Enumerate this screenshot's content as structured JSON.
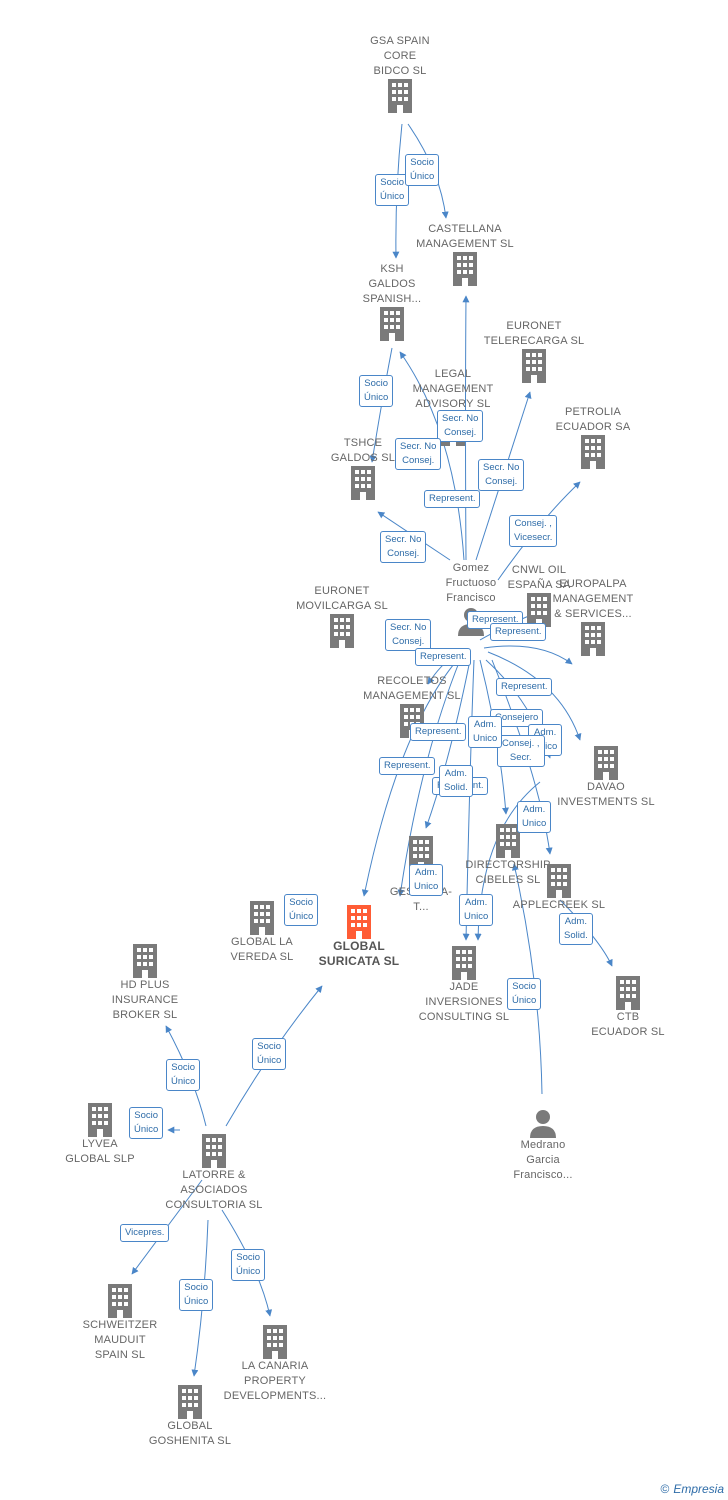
{
  "colors": {
    "edge": "#4a86c8",
    "company": "#7a7a7a",
    "main": "#ff5c35",
    "person": "#7a7a7a"
  },
  "nodes": [
    {
      "id": "gsa",
      "type": "company",
      "label": "GSA SPAIN\nCORE\nBIDCO  SL"
    },
    {
      "id": "castellana",
      "type": "company",
      "label": "CASTELLANA\nMANAGEMENT SL"
    },
    {
      "id": "ksh",
      "type": "company",
      "label": "KSH\nGALDOS\nSPANISH..."
    },
    {
      "id": "euronet_tele",
      "type": "company",
      "label": "EURONET\nTELERECARGA SL"
    },
    {
      "id": "legal",
      "type": "company",
      "label": "LEGAL\nMANAGEMENT\nADVISORY  SL"
    },
    {
      "id": "petrolia",
      "type": "company",
      "label": "PETROLIA\nECUADOR SA"
    },
    {
      "id": "tshce",
      "type": "company",
      "label": "TSHCE\nGALDOS  SL"
    },
    {
      "id": "gomez",
      "type": "person",
      "label": "Gomez\nFructuoso\nFrancisco"
    },
    {
      "id": "cnwl",
      "type": "company",
      "label": "CNWL OIL\nESPAÑA SA"
    },
    {
      "id": "europalpa",
      "type": "company",
      "label": "EUROPALPA\nMANAGEMENT\n& SERVICES..."
    },
    {
      "id": "euronet_movil",
      "type": "company",
      "label": "EURONET\nMOVILCARGA SL"
    },
    {
      "id": "recoletos",
      "type": "company",
      "label": "RECOLETOS\nMANAGEMENT SL"
    },
    {
      "id": "davao",
      "type": "company",
      "label": "DAVAO\nINVESTMENTS SL"
    },
    {
      "id": "directorship",
      "type": "company",
      "label": "DIRECTORSHIP\nCIBELES SL"
    },
    {
      "id": "gestiona",
      "type": "company",
      "label": "G\nGESTIONA-\nT..."
    },
    {
      "id": "applecreek",
      "type": "company",
      "label": "APPLECREEK SL"
    },
    {
      "id": "global_vereda",
      "type": "company",
      "label": "GLOBAL LA\nVEREDA  SL"
    },
    {
      "id": "global_suricata",
      "type": "main",
      "label": "GLOBAL\nSURICATA  SL"
    },
    {
      "id": "jade",
      "type": "company",
      "label": "JADE\nINVERSIONES\nCONSULTING SL"
    },
    {
      "id": "ctb",
      "type": "company",
      "label": "CTB\nECUADOR  SL"
    },
    {
      "id": "hdplus",
      "type": "company",
      "label": "HD PLUS\nINSURANCE\nBROKER  SL"
    },
    {
      "id": "lyvea",
      "type": "company",
      "label": "LYVEA\nGLOBAL  SLP"
    },
    {
      "id": "latorre",
      "type": "company",
      "label": "LATORRE &\nASOCIADOS\nCONSULTORIA SL"
    },
    {
      "id": "medrano",
      "type": "person",
      "label": "Medrano\nGarcia\nFrancisco..."
    },
    {
      "id": "schweitzer",
      "type": "company",
      "label": "SCHWEITZER\nMAUDUIT\nSPAIN SL"
    },
    {
      "id": "lacanaria",
      "type": "company",
      "label": "LA CANARIA\nPROPERTY\nDEVELOPMENTS..."
    },
    {
      "id": "goshenita",
      "type": "company",
      "label": "GLOBAL\nGOSHENITA SL"
    }
  ],
  "relations": [
    {
      "id": "r1",
      "text": "Socio\nÚnico"
    },
    {
      "id": "r2",
      "text": "Socio\nÚnico"
    },
    {
      "id": "r3",
      "text": "Socio\nÚnico"
    },
    {
      "id": "r4",
      "text": "Secr.  No\nConsej."
    },
    {
      "id": "r5",
      "text": "Secr.  No\nConsej."
    },
    {
      "id": "r6",
      "text": "Secr.  No\nConsej."
    },
    {
      "id": "r7",
      "text": "Represent."
    },
    {
      "id": "r8",
      "text": "Consej. ,\nVicesecr."
    },
    {
      "id": "r9",
      "text": "Secr.  No\nConsej."
    },
    {
      "id": "r10",
      "text": "Represent."
    },
    {
      "id": "r11",
      "text": "Represent."
    },
    {
      "id": "r12",
      "text": "Secr.  No\nConsej."
    },
    {
      "id": "r13",
      "text": "Represent."
    },
    {
      "id": "r14",
      "text": "Represent."
    },
    {
      "id": "r15",
      "text": "Consejero"
    },
    {
      "id": "r16",
      "text": "Adm.\nUnico"
    },
    {
      "id": "r17",
      "text": "Represent."
    },
    {
      "id": "r18",
      "text": "Consej. ,\nSecr."
    },
    {
      "id": "r19",
      "text": "Adm.\nUnico"
    },
    {
      "id": "r20",
      "text": "Represent."
    },
    {
      "id": "r21",
      "text": "Represent."
    },
    {
      "id": "r22",
      "text": "Adm.\nSolid."
    },
    {
      "id": "r23",
      "text": "Adm.\nUnico"
    },
    {
      "id": "r24",
      "text": "Adm.\nUnico"
    },
    {
      "id": "r25",
      "text": "Adm.\nUnico"
    },
    {
      "id": "r26",
      "text": "Adm.\nSolid."
    },
    {
      "id": "r27",
      "text": "Socio\nÚnico"
    },
    {
      "id": "r28",
      "text": "Socio\nÚnico"
    },
    {
      "id": "r29",
      "text": "Socio\nÚnico"
    },
    {
      "id": "r30",
      "text": "Socio\nÚnico"
    },
    {
      "id": "r31",
      "text": "Socio\nÚnico"
    },
    {
      "id": "r32",
      "text": "Vicepres."
    },
    {
      "id": "r33",
      "text": "Socio\nÚnico"
    },
    {
      "id": "r34",
      "text": "Socio\nÚnico"
    }
  ],
  "footer": {
    "copyright": "©",
    "brand": "Empresia"
  }
}
